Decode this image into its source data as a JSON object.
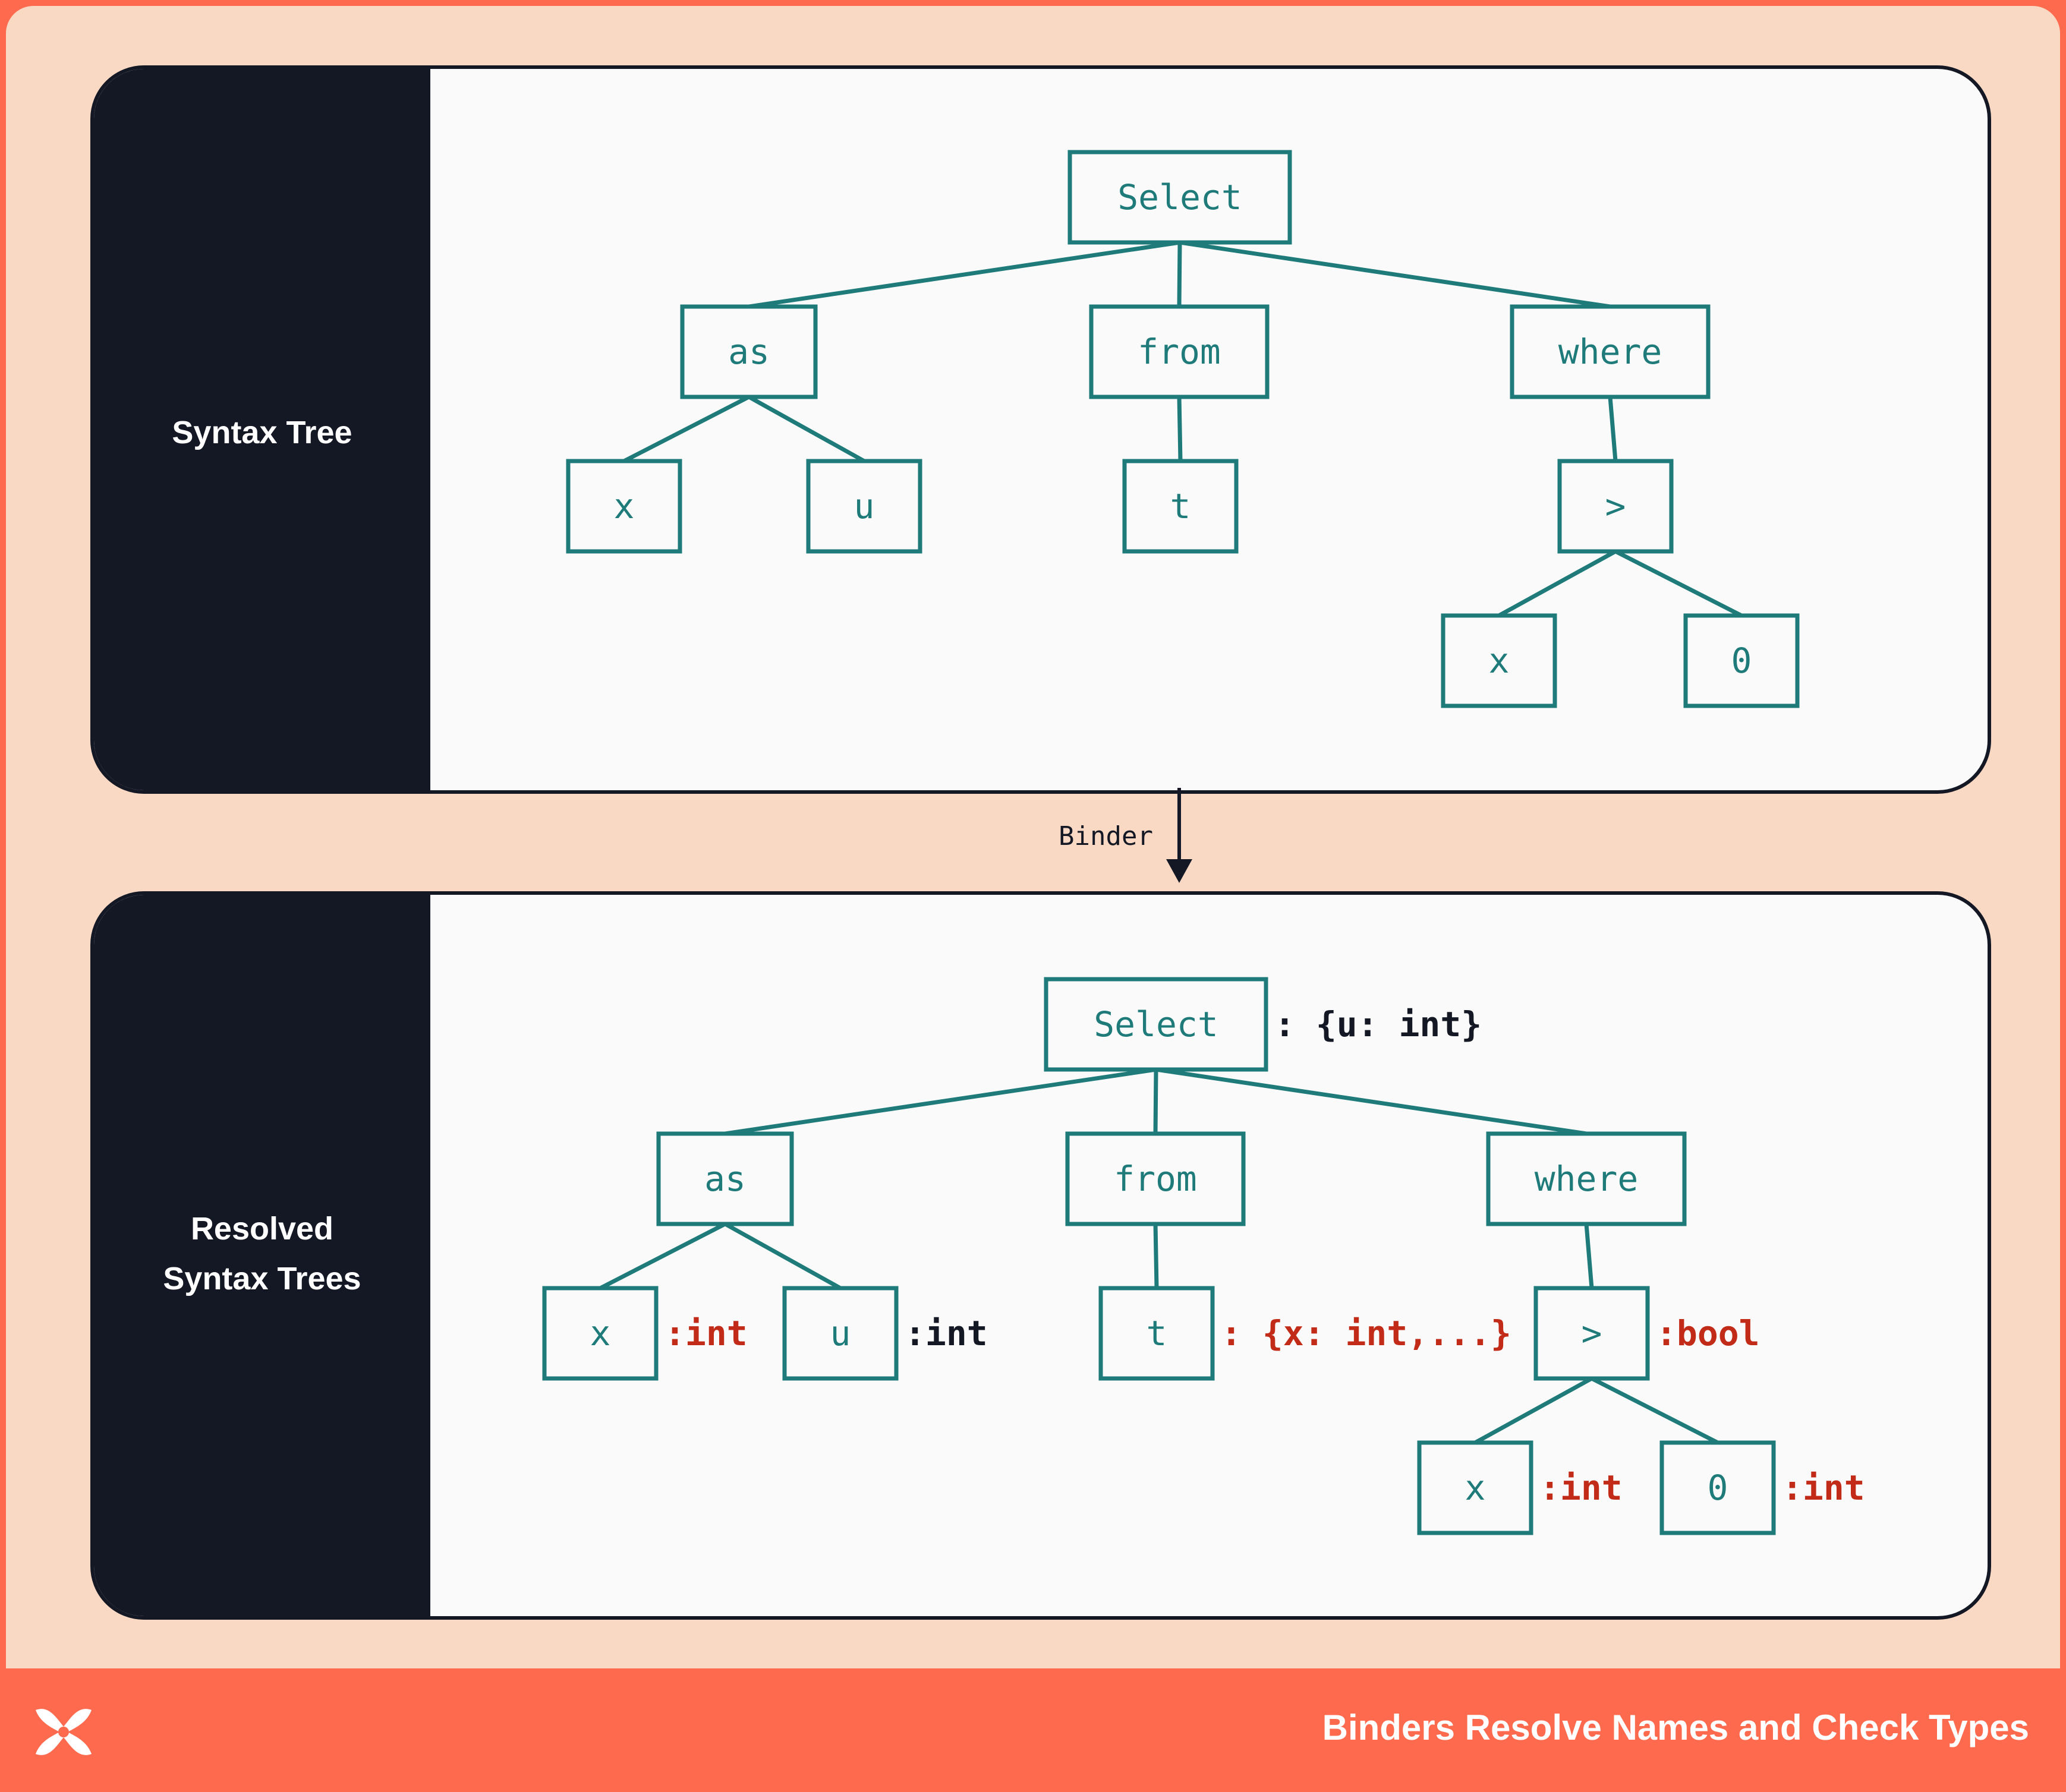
{
  "panels": {
    "top": {
      "label_lines": [
        "Syntax Tree"
      ]
    },
    "bottom": {
      "label_lines": [
        "Resolved",
        "Syntax Trees"
      ]
    }
  },
  "edge_label": "Binder",
  "trees": {
    "syntax": {
      "nodes": [
        {
          "id": "select",
          "label": "Select"
        },
        {
          "id": "as",
          "label": "as"
        },
        {
          "id": "from",
          "label": "from"
        },
        {
          "id": "where",
          "label": "where"
        },
        {
          "id": "x1",
          "label": "x"
        },
        {
          "id": "u",
          "label": "u"
        },
        {
          "id": "t",
          "label": "t"
        },
        {
          "id": "gt",
          "label": ">"
        },
        {
          "id": "x2",
          "label": "x"
        },
        {
          "id": "zero",
          "label": "0"
        }
      ]
    },
    "resolved": {
      "nodes": [
        {
          "id": "select",
          "label": "Select",
          "type": ": {u: int}",
          "type_color": "dark"
        },
        {
          "id": "as",
          "label": "as",
          "type": "",
          "type_color": "dark"
        },
        {
          "id": "from",
          "label": "from",
          "type": "",
          "type_color": "dark"
        },
        {
          "id": "where",
          "label": "where",
          "type": "",
          "type_color": "dark"
        },
        {
          "id": "x1",
          "label": "x",
          "type": ":int",
          "type_color": "red"
        },
        {
          "id": "u",
          "label": "u",
          "type": ":int",
          "type_color": "dark"
        },
        {
          "id": "t",
          "label": "t",
          "type": ": {x: int,...}",
          "type_color": "red"
        },
        {
          "id": "gt",
          "label": ">",
          "type": ":bool",
          "type_color": "red"
        },
        {
          "id": "x2",
          "label": "x",
          "type": ":int",
          "type_color": "red"
        },
        {
          "id": "zero",
          "label": "0",
          "type": ":int",
          "type_color": "red"
        }
      ]
    }
  },
  "footer": {
    "title": "Binders Resolve Names and Check Types"
  },
  "colors": {
    "background": "#f9d9c3",
    "footer": "#fe6a4e",
    "panel_dark": "#141824",
    "node_teal": "#1e7b7a",
    "type_red": "#c12b17"
  },
  "icons": {
    "logo": "brand-x-logo"
  }
}
